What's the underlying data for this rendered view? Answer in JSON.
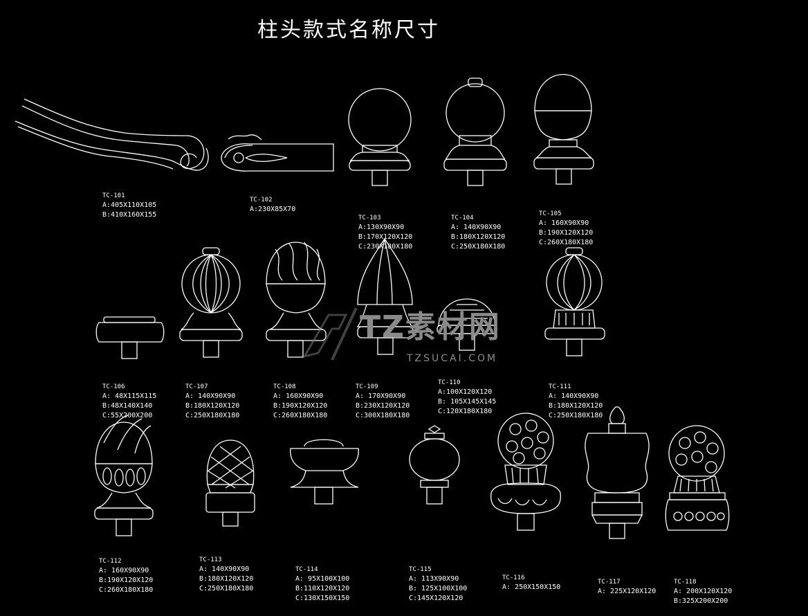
{
  "title": "柱头款式名称尺寸",
  "watermark": {
    "brand": "TZ素材网",
    "url": "TZSUCAI.COM"
  },
  "items": [
    {
      "code": "TC-101",
      "dims": [
        "A:405X110X105",
        "B:410X160X155"
      ]
    },
    {
      "code": "TC-102",
      "dims": [
        "A:230X85X70"
      ]
    },
    {
      "code": "TC-103",
      "dims": [
        "A:130X90X90",
        "B:170X120X120",
        "C:230X180X180"
      ]
    },
    {
      "code": "TC-104",
      "dims": [
        "A: 140X90X90",
        "B:180X120X120",
        "C:250X180X180"
      ]
    },
    {
      "code": "TC-105",
      "dims": [
        "A: 160X90X90",
        "B:190X120X120",
        "C:260X180X180"
      ]
    },
    {
      "code": "TC-106",
      "dims": [
        "A: 48X115X115",
        "B:48X140X140",
        "C:55X200X200"
      ]
    },
    {
      "code": "TC-107",
      "dims": [
        "A: 140X90X90",
        "B:180X120X120",
        "C:250X180X180"
      ]
    },
    {
      "code": "TC-108",
      "dims": [
        "A: 160X90X90",
        "B:190X120X120",
        "C:260X180X180"
      ]
    },
    {
      "code": "TC-109",
      "dims": [
        "A: 170X90X90",
        "B:230X120X120",
        "C:300X180X180"
      ]
    },
    {
      "code": "TC-110",
      "dims": [
        "A:100X120X120",
        "B: 105X145X145",
        "C:120X180X180"
      ]
    },
    {
      "code": "TC-111",
      "dims": [
        "A: 140X90X90",
        "B:180X120X120",
        "C:250X180X180"
      ]
    },
    {
      "code": "TC-112",
      "dims": [
        "A: 160X90X90",
        "B:190X120X120",
        "C:260X180X180"
      ]
    },
    {
      "code": "TC-113",
      "dims": [
        "A: 140X90X90",
        "B:180X120X120",
        "C:250X180X180"
      ]
    },
    {
      "code": "TC-114",
      "dims": [
        "A: 95X100X100",
        "B:110X120X120",
        "C:130X150X150"
      ]
    },
    {
      "code": "TC-115",
      "dims": [
        "A: 113X90X90",
        "B: 125X100X100",
        "C:145X120X120"
      ]
    },
    {
      "code": "TC-116",
      "dims": [
        "A: 250X150X150"
      ]
    },
    {
      "code": "TC-117",
      "dims": [
        "A: 225X120X120"
      ]
    },
    {
      "code": "TC-118",
      "dims": [
        "A: 200X120X120",
        "B:325X200X200"
      ]
    }
  ]
}
